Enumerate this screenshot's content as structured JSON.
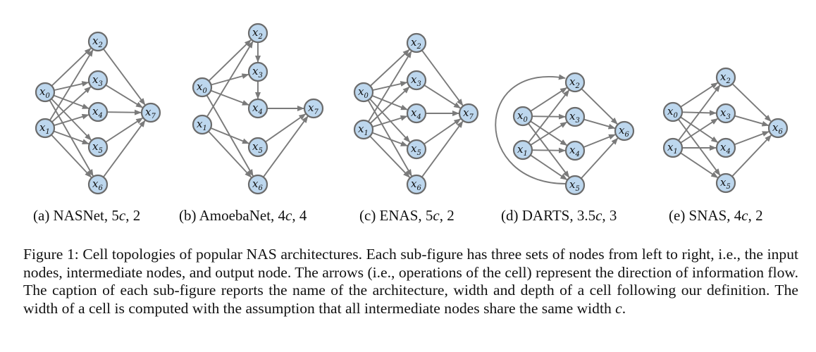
{
  "subfigures": [
    {
      "id": "a",
      "caption": {
        "prefix": "(a) NASNet, ",
        "width": "5",
        "width_var": "c",
        "sep": ", ",
        "depth": "2"
      },
      "nodes": [
        "x0",
        "x1",
        "x2",
        "x3",
        "x4",
        "x5",
        "x6",
        "x7"
      ],
      "edges": [
        [
          "x0",
          "x2"
        ],
        [
          "x0",
          "x3"
        ],
        [
          "x0",
          "x4"
        ],
        [
          "x0",
          "x5"
        ],
        [
          "x0",
          "x6"
        ],
        [
          "x1",
          "x2"
        ],
        [
          "x1",
          "x3"
        ],
        [
          "x1",
          "x4"
        ],
        [
          "x1",
          "x5"
        ],
        [
          "x1",
          "x6"
        ],
        [
          "x2",
          "x7"
        ],
        [
          "x3",
          "x7"
        ],
        [
          "x4",
          "x7"
        ],
        [
          "x5",
          "x7"
        ],
        [
          "x6",
          "x7"
        ]
      ]
    },
    {
      "id": "b",
      "caption": {
        "prefix": "(b) AmoebaNet, ",
        "width": "4",
        "width_var": "c",
        "sep": ", ",
        "depth": "4"
      },
      "nodes": [
        "x0",
        "x1",
        "x2",
        "x3",
        "x4",
        "x5",
        "x6",
        "x7"
      ],
      "edges": [
        [
          "x0",
          "x2"
        ],
        [
          "x0",
          "x3"
        ],
        [
          "x0",
          "x4"
        ],
        [
          "x0",
          "x6"
        ],
        [
          "x1",
          "x2"
        ],
        [
          "x1",
          "x5"
        ],
        [
          "x1",
          "x6"
        ],
        [
          "x2",
          "x3"
        ],
        [
          "x3",
          "x4"
        ],
        [
          "x4",
          "x7"
        ],
        [
          "x5",
          "x7"
        ],
        [
          "x6",
          "x7"
        ]
      ]
    },
    {
      "id": "c",
      "caption": {
        "prefix": "(c) ENAS, ",
        "width": "5",
        "width_var": "c",
        "sep": ", ",
        "depth": "2"
      },
      "nodes": [
        "x0",
        "x1",
        "x2",
        "x3",
        "x4",
        "x5",
        "x6",
        "x7"
      ],
      "edges": [
        [
          "x0",
          "x2"
        ],
        [
          "x0",
          "x3"
        ],
        [
          "x0",
          "x4"
        ],
        [
          "x0",
          "x5"
        ],
        [
          "x0",
          "x6"
        ],
        [
          "x1",
          "x2"
        ],
        [
          "x1",
          "x3"
        ],
        [
          "x1",
          "x4"
        ],
        [
          "x1",
          "x5"
        ],
        [
          "x1",
          "x6"
        ],
        [
          "x2",
          "x7"
        ],
        [
          "x3",
          "x7"
        ],
        [
          "x4",
          "x7"
        ],
        [
          "x5",
          "x7"
        ],
        [
          "x6",
          "x7"
        ]
      ]
    },
    {
      "id": "d",
      "caption": {
        "prefix": "(d) DARTS, ",
        "width": "3.5",
        "width_var": "c",
        "sep": ", ",
        "depth": "3"
      },
      "nodes": [
        "x0",
        "x1",
        "x2",
        "x3",
        "x4",
        "x5",
        "x6"
      ],
      "edges": [
        [
          "x0",
          "x2"
        ],
        [
          "x0",
          "x3"
        ],
        [
          "x0",
          "x4"
        ],
        [
          "x0",
          "x5"
        ],
        [
          "x1",
          "x2"
        ],
        [
          "x1",
          "x3"
        ],
        [
          "x1",
          "x4"
        ],
        [
          "x1",
          "x5"
        ],
        [
          "x2",
          "x6"
        ],
        [
          "x3",
          "x6"
        ],
        [
          "x4",
          "x6"
        ],
        [
          "x5",
          "x6"
        ],
        [
          "x5",
          "x2"
        ]
      ]
    },
    {
      "id": "e",
      "caption": {
        "prefix": "(e) SNAS, ",
        "width": "4",
        "width_var": "c",
        "sep": ", ",
        "depth": "2"
      },
      "nodes": [
        "x0",
        "x1",
        "x2",
        "x3",
        "x4",
        "x5",
        "x6"
      ],
      "edges": [
        [
          "x0",
          "x2"
        ],
        [
          "x0",
          "x3"
        ],
        [
          "x0",
          "x4"
        ],
        [
          "x0",
          "x5"
        ],
        [
          "x1",
          "x2"
        ],
        [
          "x1",
          "x3"
        ],
        [
          "x1",
          "x4"
        ],
        [
          "x1",
          "x5"
        ],
        [
          "x2",
          "x6"
        ],
        [
          "x3",
          "x6"
        ],
        [
          "x4",
          "x6"
        ],
        [
          "x5",
          "x6"
        ]
      ]
    }
  ],
  "caption": {
    "text": "Figure 1: Cell topologies of popular NAS architectures. Each sub-figure has three sets of nodes from left to right, i.e., the input nodes, intermediate nodes, and output node. The arrows (i.e., operations of the cell) represent the direction of information flow. The caption of each sub-figure reports the name of the architecture, width and depth of a cell following our definition. The width of a cell is computed with the assumption that all intermediate nodes share the same width ",
    "width_var": "c",
    "end": "."
  }
}
